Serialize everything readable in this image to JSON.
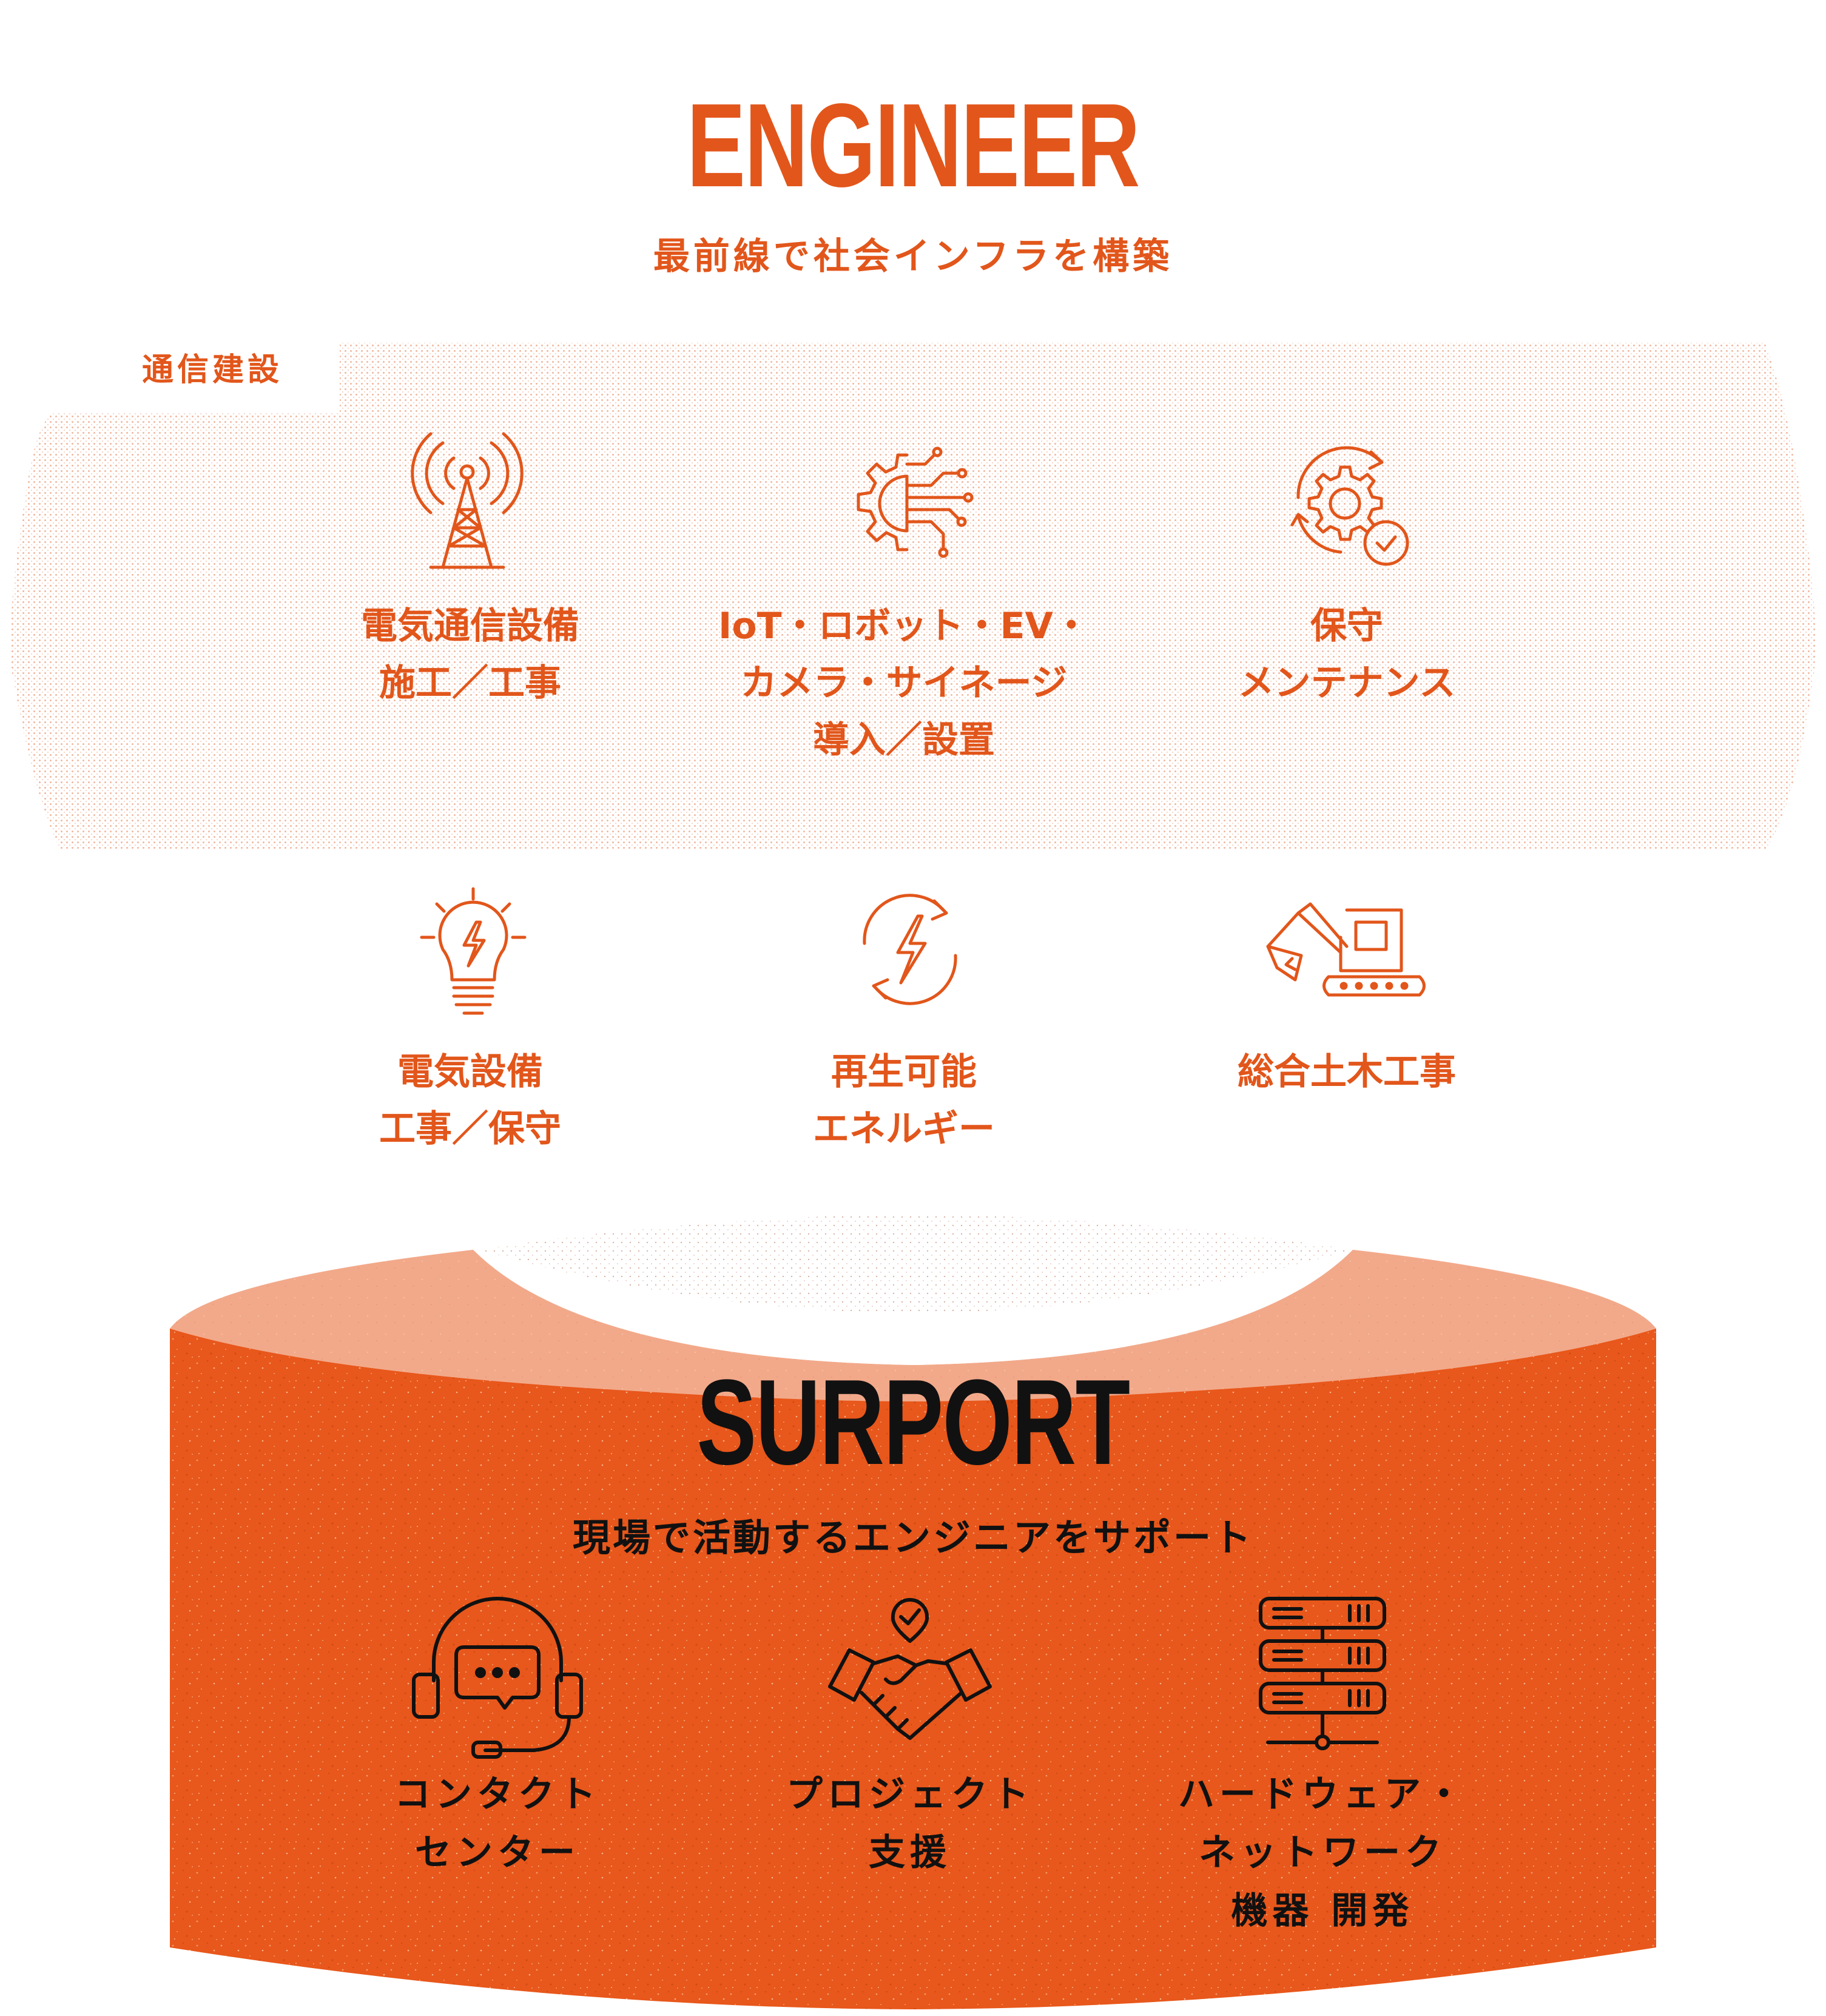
{
  "engineer": {
    "title": "ENGINEER",
    "subtitle": "最前線で社会インフラを構築",
    "category_label": "通信建設",
    "services": [
      {
        "icon": "radio-tower-icon",
        "lines": [
          "電気通信設備",
          "施工／工事"
        ]
      },
      {
        "icon": "circuit-gear-icon",
        "lines": [
          "IoT・ロボット・EV・",
          "カメラ・サイネージ",
          "導入／設置"
        ]
      },
      {
        "icon": "gear-cycle-check-icon",
        "lines": [
          "保守",
          "メンテナンス"
        ]
      },
      {
        "icon": "lightbulb-bolt-icon",
        "lines": [
          "電気設備",
          "工事／保守"
        ]
      },
      {
        "icon": "renewable-energy-icon",
        "lines": [
          "再生可能",
          "エネルギー"
        ]
      },
      {
        "icon": "excavator-icon",
        "lines": [
          "総合土木工事"
        ]
      }
    ]
  },
  "support": {
    "title": "SURPORT",
    "subtitle": "現場で活動するエンジニアをサポート",
    "services": [
      {
        "icon": "headset-chat-icon",
        "lines": [
          "コンタクト",
          "センター"
        ]
      },
      {
        "icon": "handshake-check-icon",
        "lines": [
          "プロジェクト",
          "支援"
        ]
      },
      {
        "icon": "server-rack-icon",
        "lines": [
          "ハードウェア・",
          "ネットワーク",
          "機器 開発"
        ]
      }
    ]
  },
  "colors": {
    "accent": "#e2561b",
    "band_top": "#f2a98a",
    "band_body": "#e8571b",
    "dark_text": "#111111",
    "dot_pattern": "#f0b9a0"
  }
}
